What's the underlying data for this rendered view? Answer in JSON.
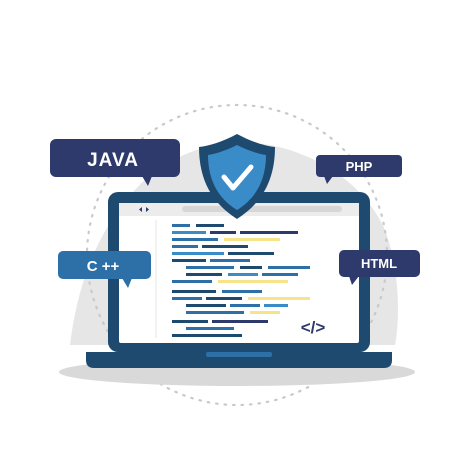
{
  "labels": {
    "java": "JAVA",
    "php": "PHP",
    "cpp": "C ++",
    "html": "HTML",
    "code_symbol": "</>"
  },
  "colors": {
    "navy": "#2d3a6b",
    "dark_blue": "#1f4a70",
    "medium_blue": "#2d6fa7",
    "sky_blue": "#3a8cc8",
    "yellow": "#f7e48a",
    "gray_blob": "#e6e6e6",
    "shadow": "#d9d9d9"
  },
  "icons": {
    "shield": "shield-check-icon",
    "browser_arrows": "left-right-arrows-icon",
    "code": "code-brackets-icon"
  }
}
